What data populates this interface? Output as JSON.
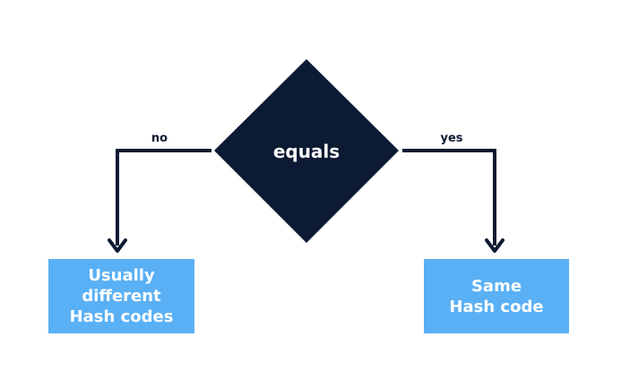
{
  "decision": {
    "label": "equals"
  },
  "branches": {
    "no_label": "no",
    "yes_label": "yes"
  },
  "outcomes": {
    "no": {
      "lines": [
        "Usually",
        "different",
        "Hash codes"
      ]
    },
    "yes": {
      "lines": [
        "Same",
        "Hash code"
      ]
    }
  },
  "colors": {
    "decision_fill": "#0d1a33",
    "connector": "#0d1a33",
    "outcome_fill": "#5ab0f5",
    "outcome_text": "#ffffff",
    "background": "#ffffff"
  }
}
